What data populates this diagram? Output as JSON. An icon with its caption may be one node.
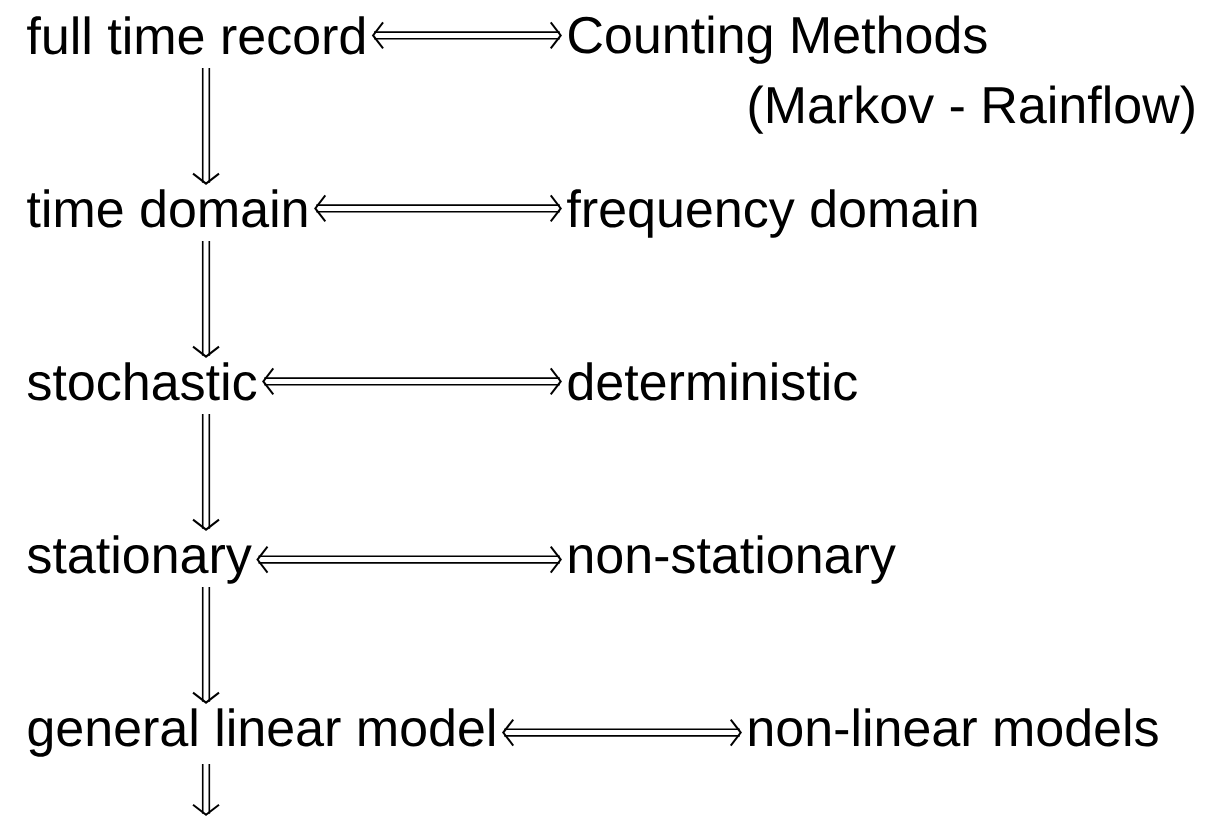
{
  "diagram": {
    "nodes": [
      {
        "text": [
          "full time record"
        ]
      },
      {
        "text": [
          "Counting Methods (Markov - Rainflow)"
        ]
      },
      {
        "text": [
          "time domain"
        ]
      },
      {
        "text": [
          "frequency domain"
        ]
      },
      {
        "text": [
          "stochastic"
        ]
      },
      {
        "text": [
          "deterministic"
        ]
      },
      {
        "text": [
          "stationary"
        ]
      },
      {
        "text": [
          "non-stationary"
        ]
      },
      {
        "text": [
          "general linear model"
        ]
      },
      {
        "text": [
          "non-linear models"
        ]
      }
    ],
    "edges": [
      {
        "from": 0,
        "to": 1,
        "arrow": "both"
      },
      {
        "from": 0,
        "to": 2,
        "arrow": "to"
      },
      {
        "from": 2,
        "to": 3,
        "arrow": "both"
      },
      {
        "from": 2,
        "to": 4,
        "arrow": "to"
      },
      {
        "from": 4,
        "to": 5,
        "arrow": "both"
      },
      {
        "from": 4,
        "to": 6,
        "arrow": "to"
      },
      {
        "from": 6,
        "to": 7,
        "arrow": "both"
      },
      {
        "from": 6,
        "to": 8,
        "arrow": "to"
      },
      {
        "from": 8,
        "to": 9,
        "arrow": "both"
      },
      {
        "from": 8,
        "to": null,
        "arrow": "to"
      }
    ]
  }
}
